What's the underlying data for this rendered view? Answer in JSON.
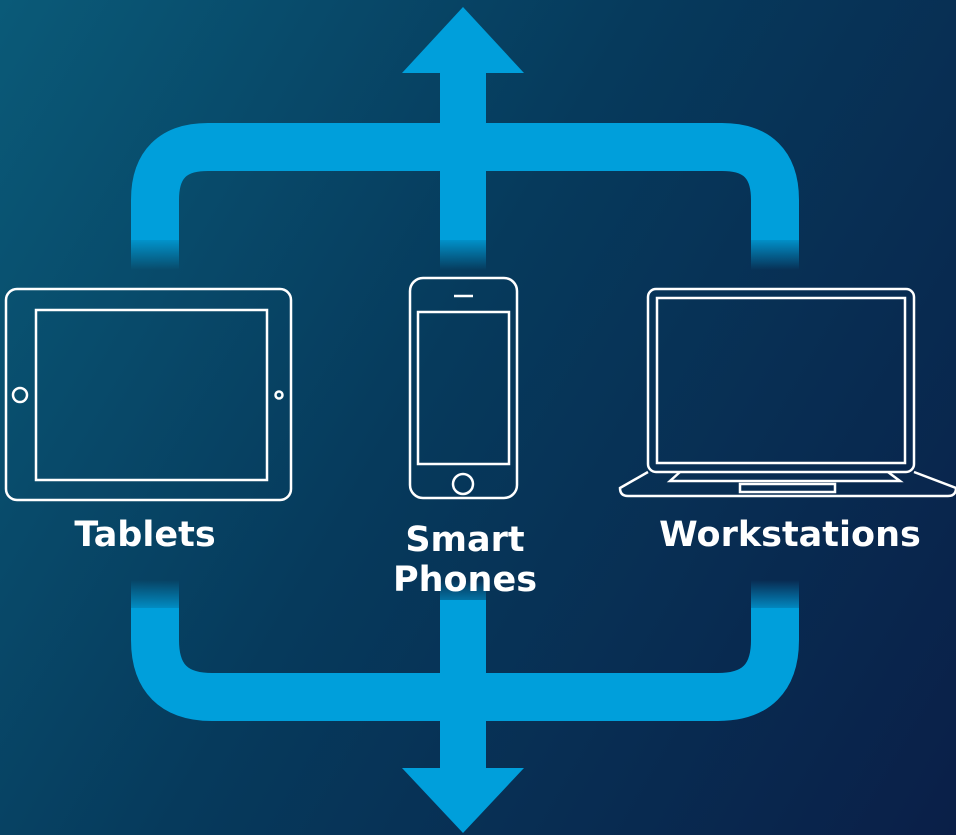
{
  "diagram": {
    "labels": {
      "tablets": "Tablets",
      "smart_phones_line1": "Smart",
      "smart_phones_line2": "Phones",
      "workstations": "Workstations"
    },
    "icons": {
      "tablet": "tablet-icon",
      "smartphone": "smartphone-icon",
      "laptop": "laptop-icon",
      "arrow_up": "arrow-up-icon",
      "arrow_down": "arrow-down-icon"
    },
    "colors": {
      "arrow": "#009fdb",
      "background_start": "#0a5a78",
      "background_end": "#0a1f48",
      "device_outline": "#ffffff",
      "label_text": "#ffffff"
    }
  }
}
